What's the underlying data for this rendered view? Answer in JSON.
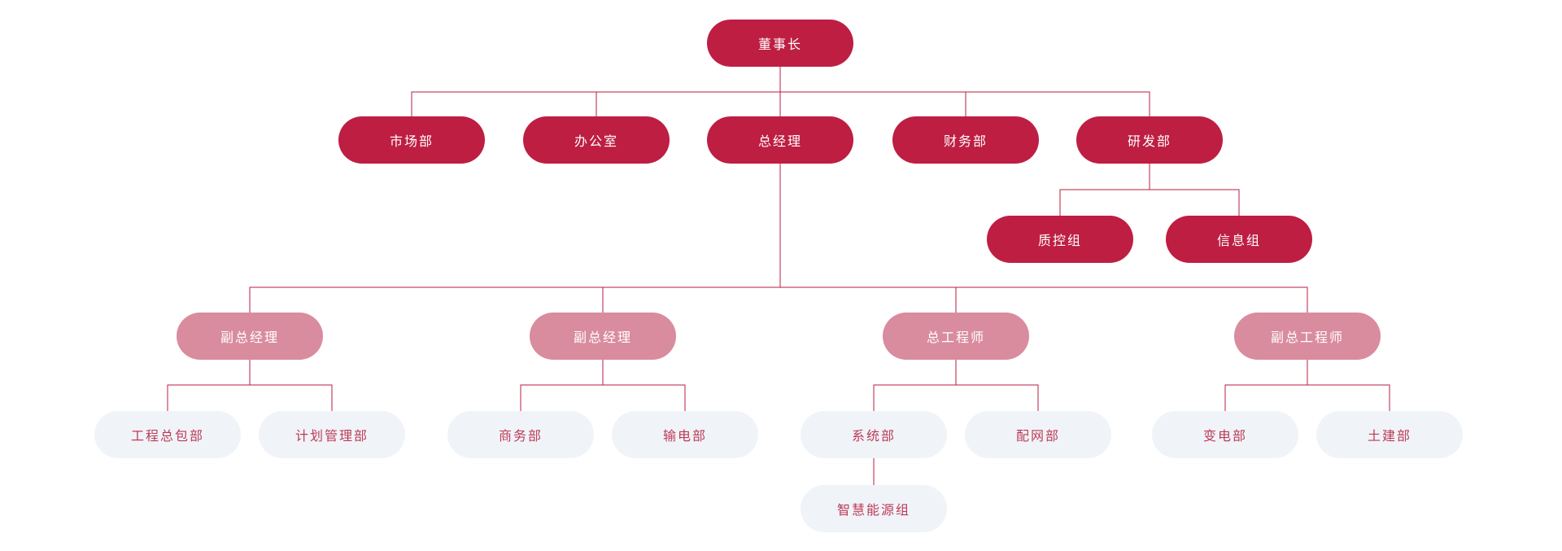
{
  "colors": {
    "primary": "#BE1E42",
    "secondary": "#D98C9E",
    "leaf_bg": "#F0F4F8",
    "leaf_text": "#BE3A58",
    "line": "#B91E41",
    "background": "#FFFFFF"
  },
  "org": {
    "nodes": [
      {
        "id": "dongshizhang",
        "label": "董事长",
        "tier": "primary",
        "parent": null
      },
      {
        "id": "shichangbu",
        "label": "市场部",
        "tier": "primary",
        "parent": "dongshizhang"
      },
      {
        "id": "bangongshi",
        "label": "办公室",
        "tier": "primary",
        "parent": "dongshizhang"
      },
      {
        "id": "zongjingli",
        "label": "总经理",
        "tier": "primary",
        "parent": "dongshizhang"
      },
      {
        "id": "caiwubu",
        "label": "财务部",
        "tier": "primary",
        "parent": "dongshizhang"
      },
      {
        "id": "yanfabu",
        "label": "研发部",
        "tier": "primary",
        "parent": "dongshizhang"
      },
      {
        "id": "zhikongzu",
        "label": "质控组",
        "tier": "primary",
        "parent": "yanfabu"
      },
      {
        "id": "xinxizu",
        "label": "信息组",
        "tier": "primary",
        "parent": "yanfabu"
      },
      {
        "id": "fuzongjingli1",
        "label": "副总经理",
        "tier": "secondary",
        "parent": "zongjingli"
      },
      {
        "id": "fuzongjingli2",
        "label": "副总经理",
        "tier": "secondary",
        "parent": "zongjingli"
      },
      {
        "id": "zonggongchengshi",
        "label": "总工程师",
        "tier": "secondary",
        "parent": "zongjingli"
      },
      {
        "id": "fuzonggongchengshi",
        "label": "副总工程师",
        "tier": "secondary",
        "parent": "zongjingli"
      },
      {
        "id": "gongchengzongbaobu",
        "label": "工程总包部",
        "tier": "leaf",
        "parent": "fuzongjingli1"
      },
      {
        "id": "jihuaguanlibu",
        "label": "计划管理部",
        "tier": "leaf",
        "parent": "fuzongjingli1"
      },
      {
        "id": "shangwubu",
        "label": "商务部",
        "tier": "leaf",
        "parent": "fuzongjingli2"
      },
      {
        "id": "shudianbu",
        "label": "输电部",
        "tier": "leaf",
        "parent": "fuzongjingli2"
      },
      {
        "id": "xitongbu",
        "label": "系统部",
        "tier": "leaf",
        "parent": "zonggongchengshi"
      },
      {
        "id": "peiwangbu",
        "label": "配网部",
        "tier": "leaf",
        "parent": "zonggongchengshi"
      },
      {
        "id": "biandianbu",
        "label": "变电部",
        "tier": "leaf",
        "parent": "fuzonggongchengshi"
      },
      {
        "id": "tujianbu",
        "label": "土建部",
        "tier": "leaf",
        "parent": "fuzonggongchengshi"
      },
      {
        "id": "zhihuinengyuanzu",
        "label": "智慧能源组",
        "tier": "leaf",
        "parent": "xitongbu"
      }
    ]
  }
}
